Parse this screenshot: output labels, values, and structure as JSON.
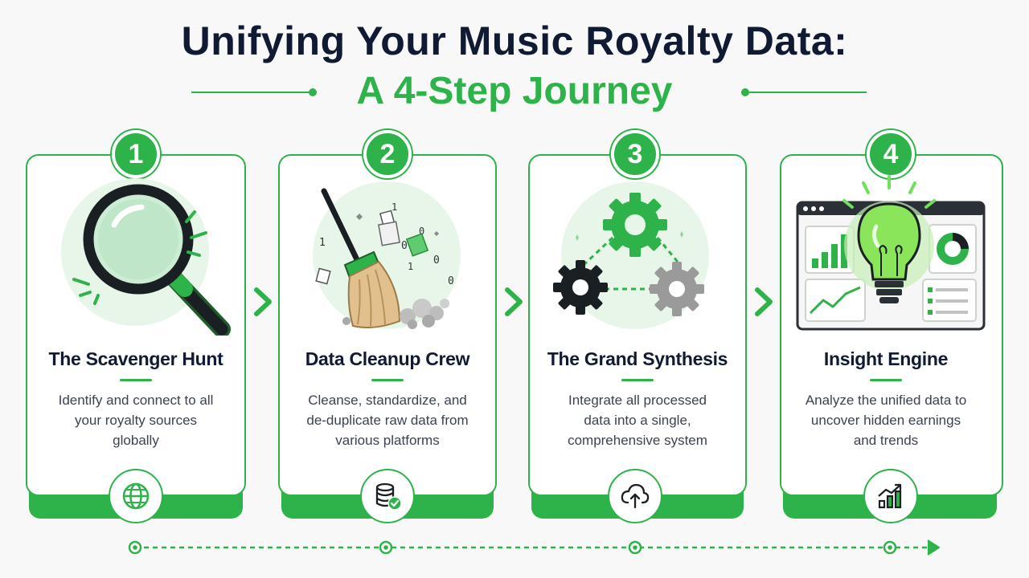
{
  "header": {
    "title_line1": "Unifying Your Music Royalty Data:",
    "title_line2": "A 4-Step Journey"
  },
  "colors": {
    "accent": "#2db34a",
    "dark": "#101a33",
    "text": "#3b4250"
  },
  "steps": [
    {
      "number": "1",
      "title": "The Scavenger Hunt",
      "description": "Identify and connect to all your royalty sources globally",
      "illustration": "magnifying-glass",
      "bottom_icon": "globe-icon"
    },
    {
      "number": "2",
      "title": "Data Cleanup Crew",
      "description": "Cleanse, standardize, and de-duplicate raw data from various platforms",
      "illustration": "broom",
      "bottom_icon": "database-check-icon"
    },
    {
      "number": "3",
      "title": "The Grand Synthesis",
      "description": "Integrate all processed data into a single, comprehensive system",
      "illustration": "gears",
      "bottom_icon": "cloud-upload-icon"
    },
    {
      "number": "4",
      "title": "Insight Engine",
      "description": "Analyze the unified data to uncover hidden earnings and trends",
      "illustration": "lightbulb-dashboard",
      "bottom_icon": "growth-chart-icon"
    }
  ]
}
